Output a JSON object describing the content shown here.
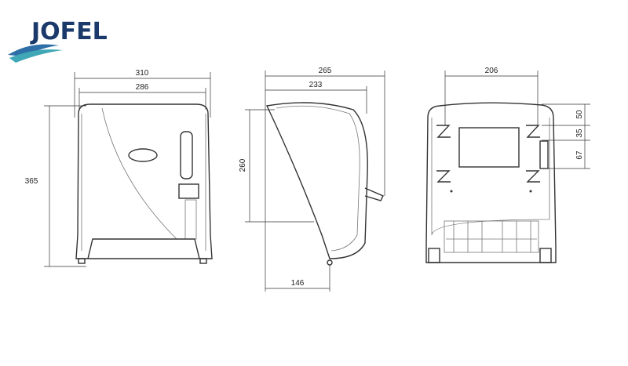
{
  "brand": {
    "logo_text": "JOFEL",
    "navy": "#1b3a6b",
    "blue": "#2f6fa8",
    "teal": "#3fa7b5"
  },
  "front_view": {
    "width_total": "310",
    "width_inner": "286",
    "height_total": "365"
  },
  "side_view": {
    "depth_total": "265",
    "depth_inner": "233",
    "height": "260",
    "outlet_depth": "146"
  },
  "back_view": {
    "hole_spacing": "206",
    "offset_top": "50",
    "offset_mid": "35",
    "offset_bottom": "67"
  }
}
